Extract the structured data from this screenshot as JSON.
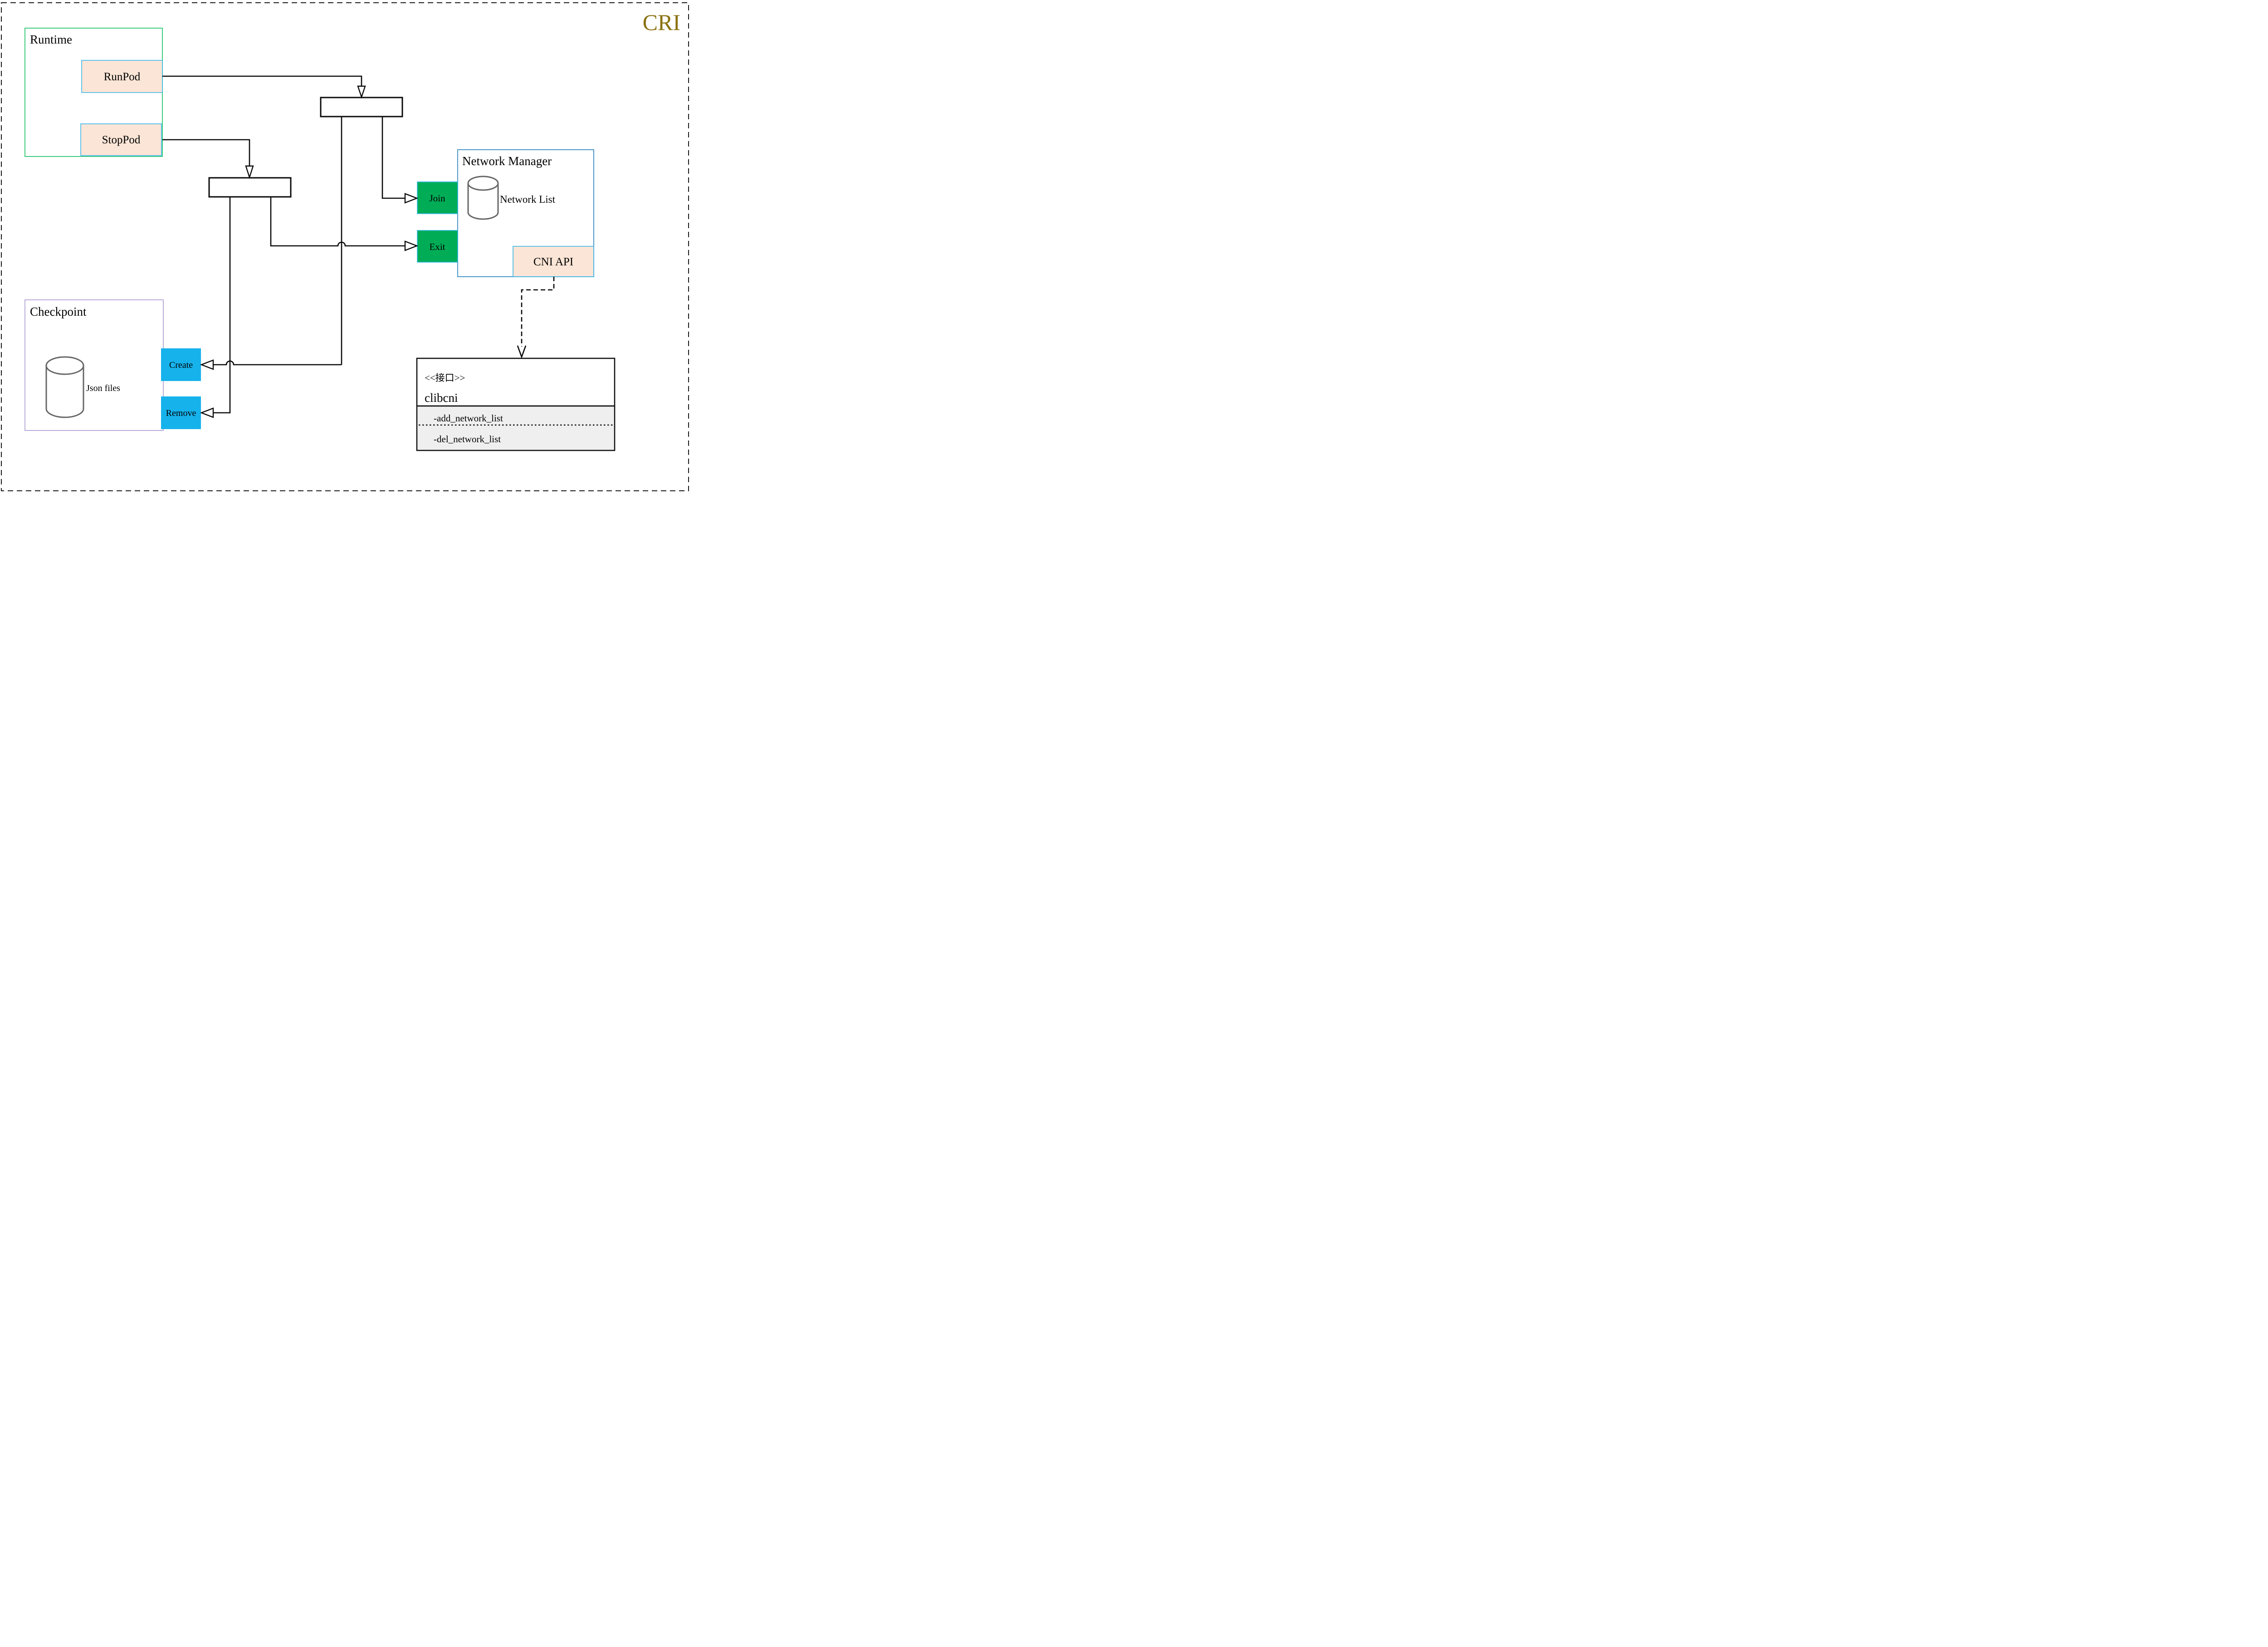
{
  "title": {
    "text": "CRI"
  },
  "colors": {
    "title_gold": "#8A710D",
    "runtime_border_green": "#0FBE5F",
    "peach_fill": "#FBE5D6",
    "cyan_border": "#2FB3EA",
    "network_manager_border_blue": "#2E86C1",
    "action_green_fill": "#00AD56",
    "action_blue_fill": "#16B2EC",
    "checkpoint_border_purple": "#9C8AC8",
    "cylinder_gray": "#666666",
    "interface_section_gray": "#EFEFEF",
    "line_black": "#0a0a0a"
  },
  "runtime": {
    "label": "Runtime",
    "run_pod": "RunPod",
    "stop_pod": "StopPod"
  },
  "network_manager": {
    "label": "Network Manager",
    "network_list": "Network List",
    "join": "Join",
    "exit": "Exit",
    "cni_api": "CNI API"
  },
  "checkpoint": {
    "label": "Checkpoint",
    "json_files": "Json files",
    "create": "Create",
    "remove": "Remove"
  },
  "clibcni": {
    "stereotype": "<<接口>>",
    "name": "clibcni",
    "method_add": "-add_network_list",
    "method_del": "-del_network_list"
  }
}
